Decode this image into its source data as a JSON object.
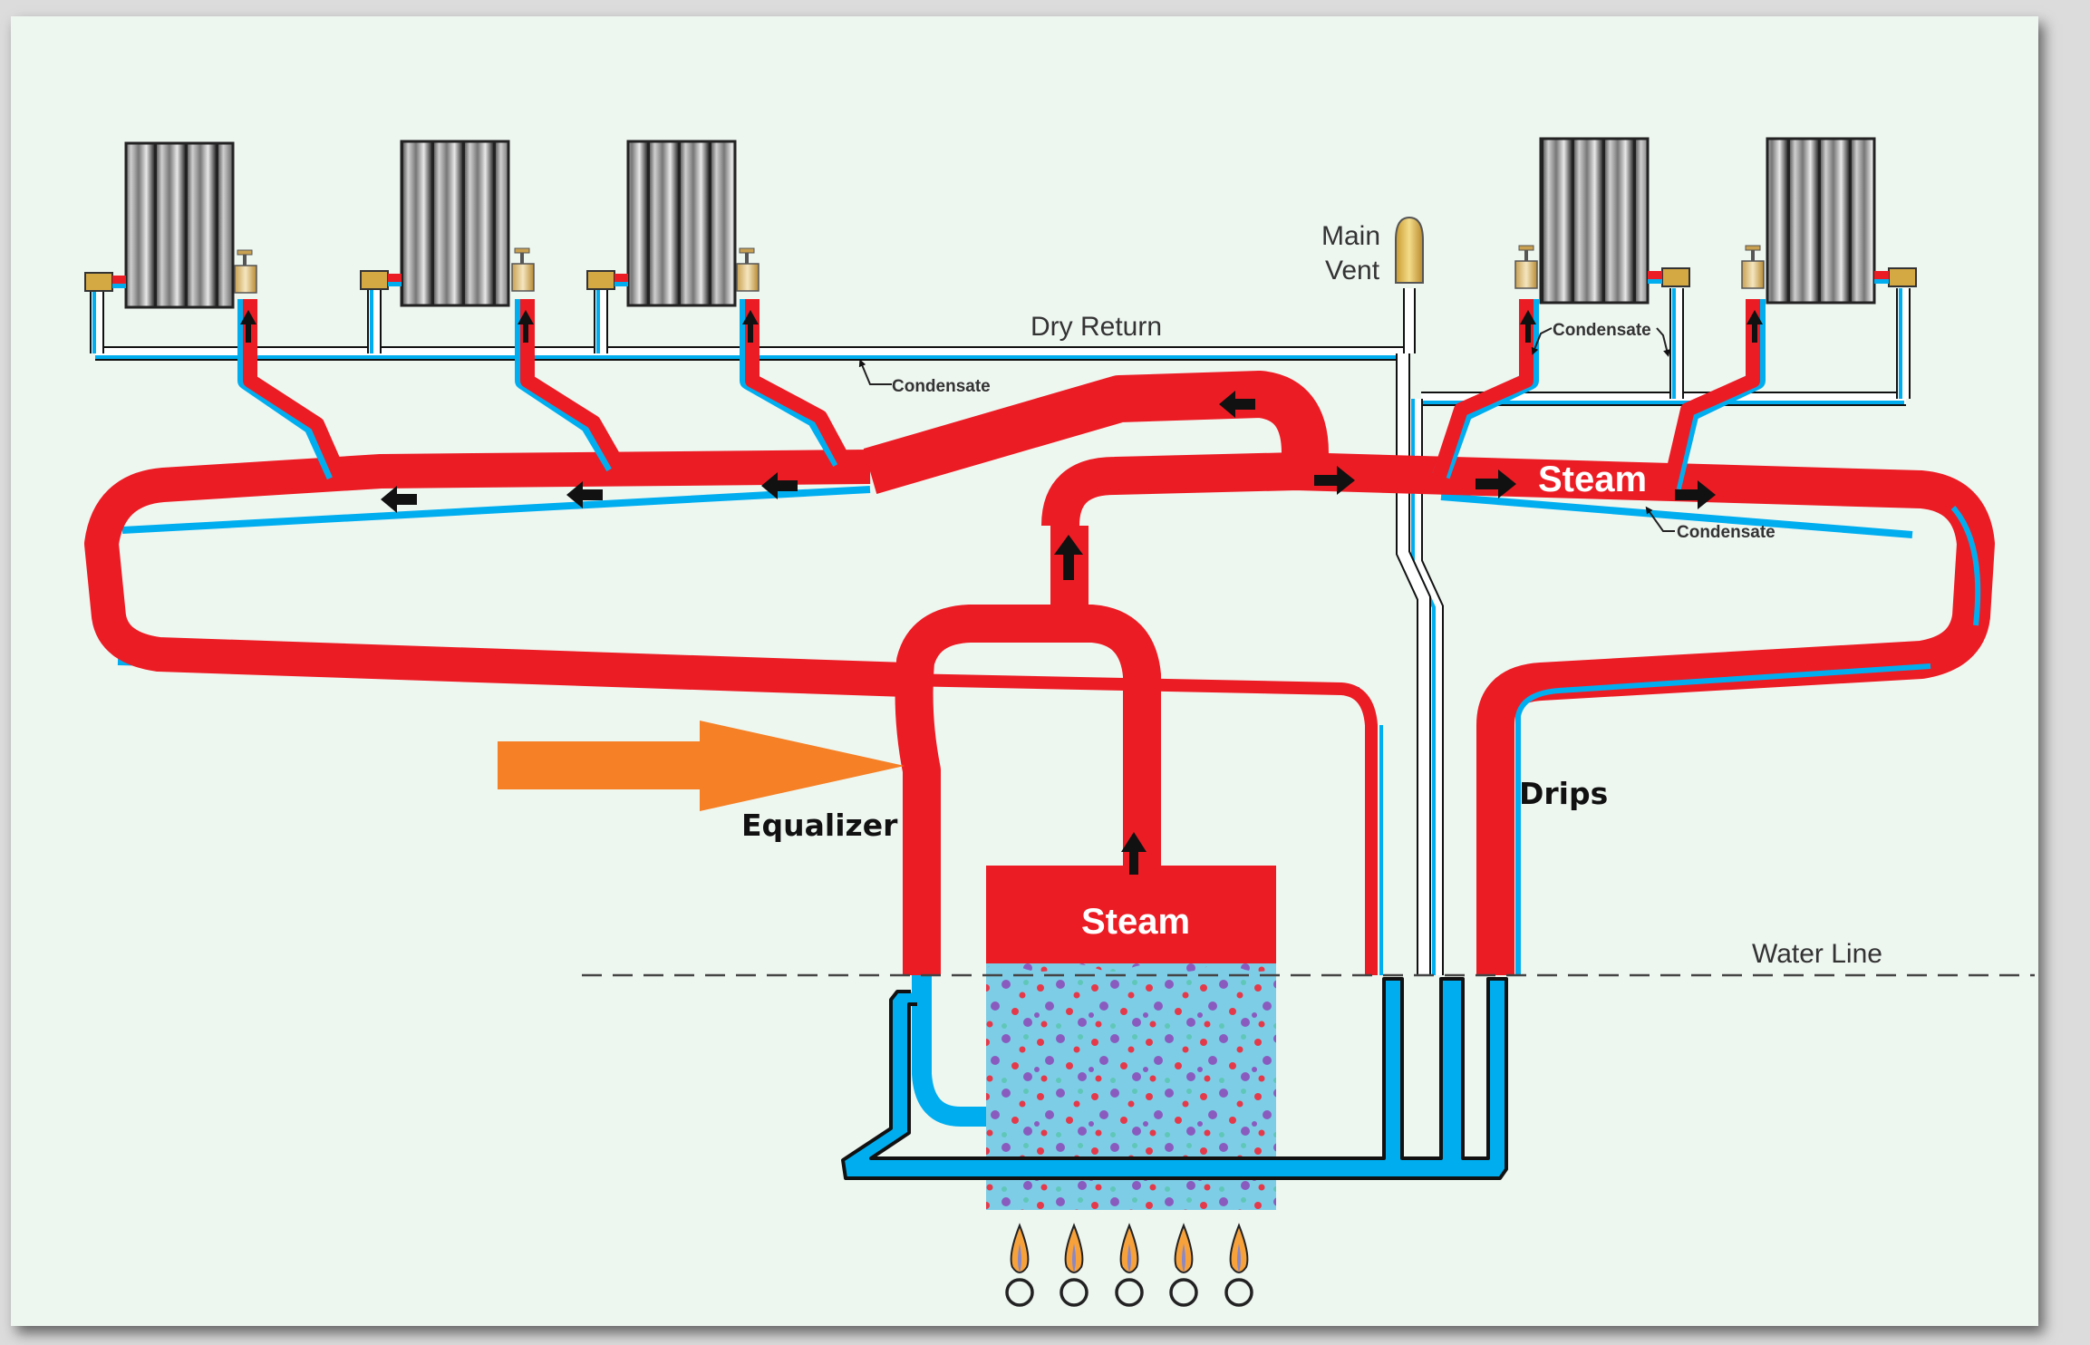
{
  "diagram": {
    "title": "One-pipe steam heating system with Hartford loop",
    "labels": {
      "dry_return": "Dry Return",
      "main_vent_line1": "Main",
      "main_vent_line2": "Vent",
      "steam_main": "Steam",
      "steam_boiler": "Steam",
      "condensate_dry_return": "Condensate",
      "condensate_radiator": "Condensate",
      "condensate_main": "Condensate",
      "equalizer": "Equalizer",
      "drips": "Drips",
      "water_line": "Water Line"
    },
    "components": {
      "radiators": [
        {
          "id": "radiator-1",
          "side": "left"
        },
        {
          "id": "radiator-2",
          "side": "left"
        },
        {
          "id": "radiator-3",
          "side": "left"
        },
        {
          "id": "radiator-4",
          "side": "right"
        },
        {
          "id": "radiator-5",
          "side": "right"
        }
      ],
      "burner_count": 5,
      "boiler": "steam-boiler",
      "highlight_arrow": {
        "target": "equalizer",
        "color": "#f58025"
      }
    },
    "colors": {
      "steam": "#ec1c24",
      "condensate": "#00aeef",
      "water": "#7ecde6",
      "brass": "#d4a843",
      "highlight": "#f58025",
      "background": "#eef6f0"
    }
  }
}
